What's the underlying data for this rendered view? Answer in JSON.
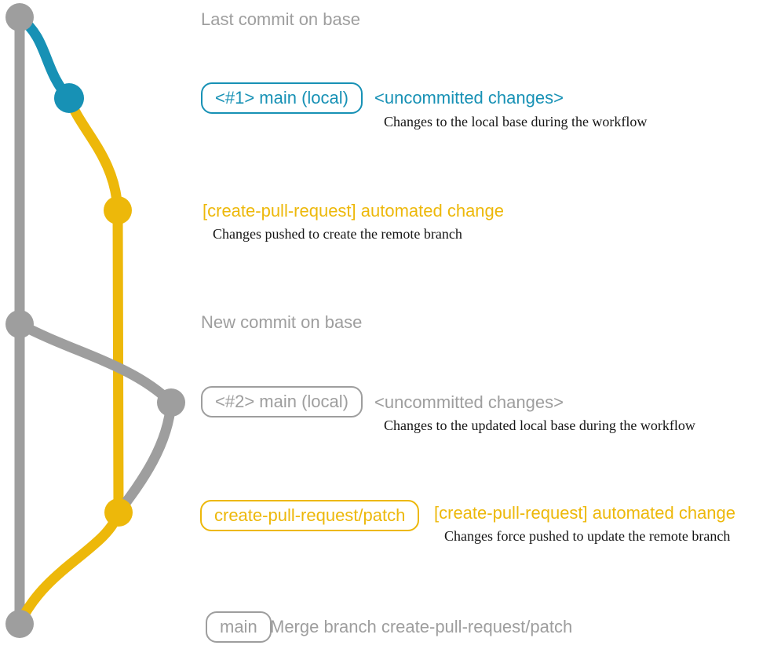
{
  "colors": {
    "gray": "#9e9e9e",
    "blue": "#1791b5",
    "yellow": "#edb80a",
    "ink": "#151515",
    "background": "#ffffff"
  },
  "graph": {
    "branches": [
      {
        "id": "base",
        "color_ref": "gray"
      },
      {
        "id": "local-main",
        "color_ref": "blue"
      },
      {
        "id": "create-pull-request-patch",
        "color_ref": "yellow"
      }
    ],
    "commits": [
      {
        "id": "last-commit-on-base",
        "color_ref": "gray"
      },
      {
        "id": "local-main-commit-1",
        "color_ref": "blue"
      },
      {
        "id": "patch-commit-1",
        "color_ref": "yellow"
      },
      {
        "id": "new-commit-on-base",
        "color_ref": "gray"
      },
      {
        "id": "local-main-commit-2",
        "color_ref": "gray"
      },
      {
        "id": "patch-commit-2",
        "color_ref": "yellow"
      },
      {
        "id": "merge-commit-on-base",
        "color_ref": "gray"
      }
    ]
  },
  "annotations": {
    "last_commit": {
      "text": "Last commit on base"
    },
    "uncommitted_1": {
      "branch_label": "<#1> main (local)",
      "title": "<uncommitted changes>",
      "caption": "Changes to the local base during the workflow"
    },
    "automated_1": {
      "title": "[create-pull-request] automated change",
      "caption": "Changes pushed to create the remote branch"
    },
    "new_commit": {
      "text": "New commit on base"
    },
    "uncommitted_2": {
      "branch_label": "<#2> main (local)",
      "title": "<uncommitted changes>",
      "caption": "Changes to the updated local base during the workflow"
    },
    "automated_2": {
      "branch_label": "create-pull-request/patch",
      "title": "[create-pull-request] automated change",
      "caption": "Changes force pushed to update the remote branch"
    },
    "merge": {
      "branch_label": "main",
      "text": "Merge branch create-pull-request/patch"
    }
  }
}
